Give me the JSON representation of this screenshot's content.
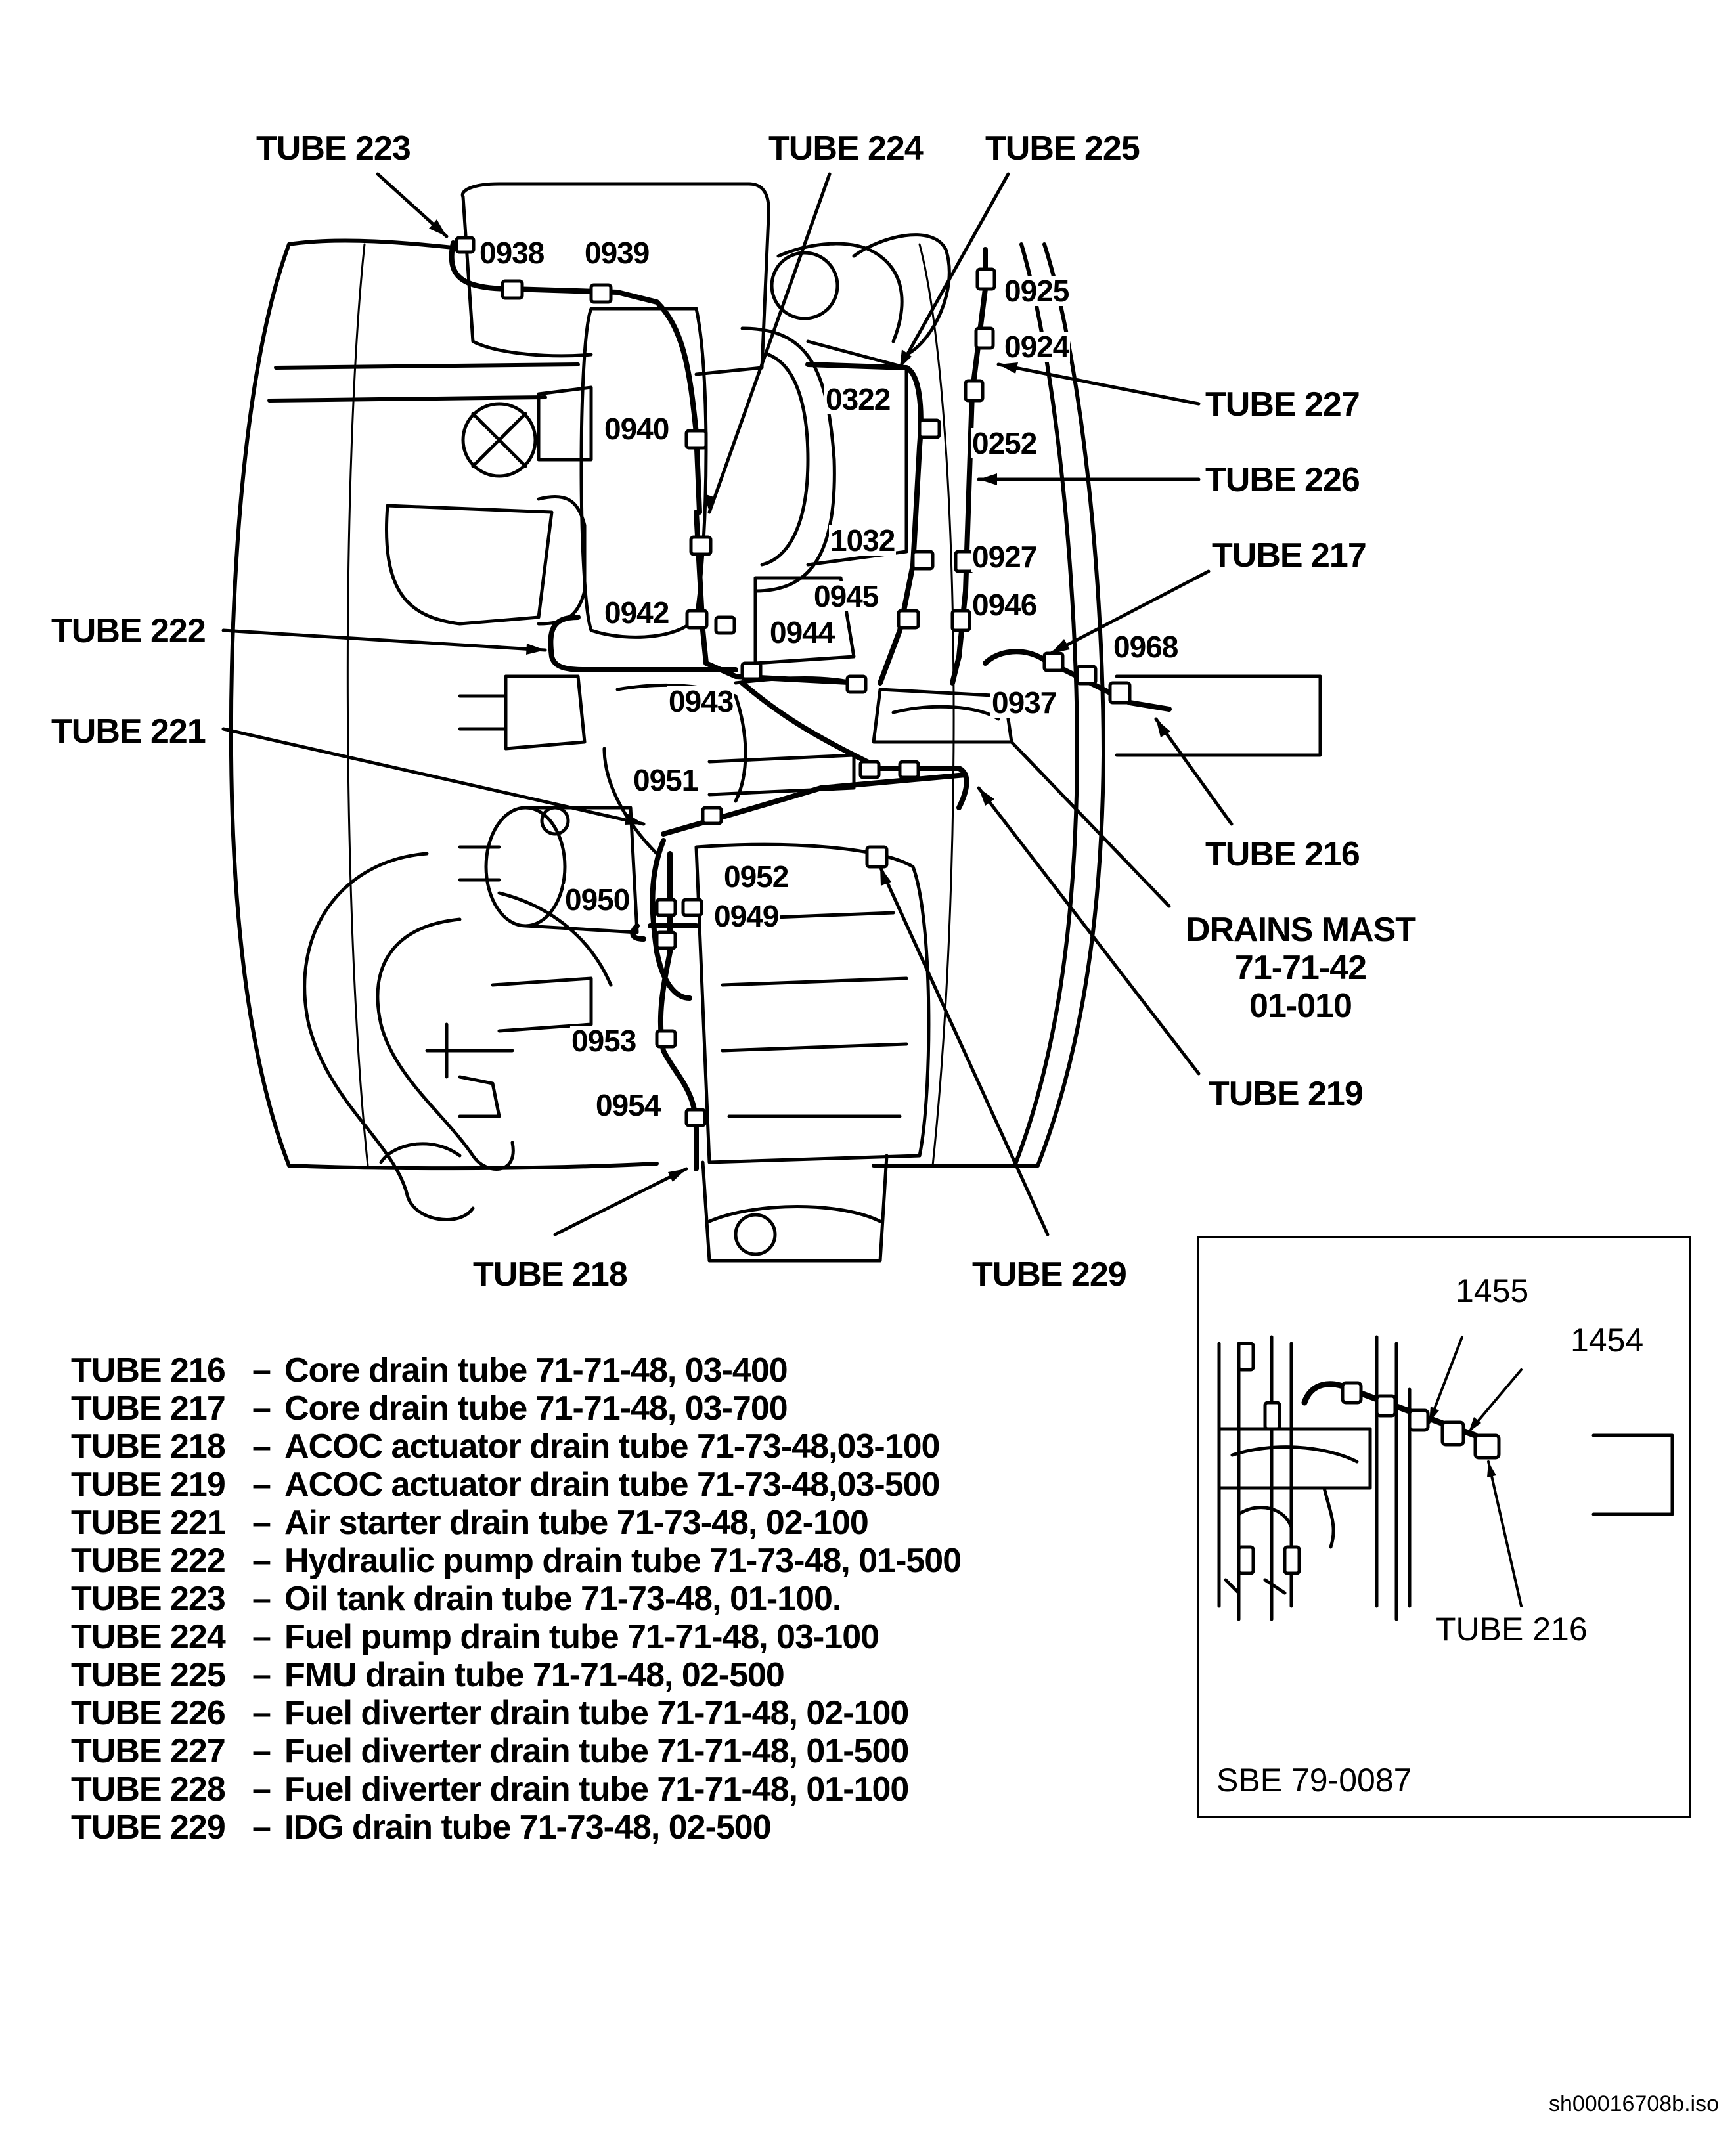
{
  "callouts": {
    "t223": "TUBE 223",
    "t224": "TUBE 224",
    "t225": "TUBE 225",
    "t227": "TUBE 227",
    "t226": "TUBE 226",
    "t217": "TUBE 217",
    "t222": "TUBE 222",
    "t221": "TUBE 221",
    "t216": "TUBE 216",
    "drains_mast_1": "DRAINS MAST",
    "drains_mast_2": "71-71-42",
    "drains_mast_3": "01-010",
    "t219": "TUBE 219",
    "t218": "TUBE 218",
    "t229": "TUBE 229"
  },
  "part_numbers": {
    "p0938": "0938",
    "p0939": "0939",
    "p0925": "0925",
    "p0924": "0924",
    "p0322": "0322",
    "p0940": "0940",
    "p0252": "0252",
    "p1032": "1032",
    "p0927": "0927",
    "p0945": "0945",
    "p0946": "0946",
    "p0942": "0942",
    "p0944": "0944",
    "p0968": "0968",
    "p0943": "0943",
    "p0937": "0937",
    "p0951": "0951",
    "p0952": "0952",
    "p0950": "0950",
    "p0949": "0949",
    "p0953": "0953",
    "p0954": "0954"
  },
  "legend": [
    {
      "tube": "TUBE 216",
      "dash": "–",
      "desc": "Core drain tube  71-71-48, 03-400"
    },
    {
      "tube": "TUBE 217",
      "dash": "–",
      "desc": "Core drain tube  71-71-48, 03-700"
    },
    {
      "tube": "TUBE 218",
      "dash": "–",
      "desc": "ACOC actuator drain tube 71-73-48,03-100"
    },
    {
      "tube": "TUBE 219",
      "dash": "–",
      "desc": "ACOC actuator drain tube 71-73-48,03-500"
    },
    {
      "tube": "TUBE 221",
      "dash": "–",
      "desc": "Air starter drain tube  71-73-48, 02-100"
    },
    {
      "tube": "TUBE 222",
      "dash": "–",
      "desc": "Hydraulic pump drain tube  71-73-48, 01-500"
    },
    {
      "tube": "TUBE 223",
      "dash": "–",
      "desc": "Oil tank drain tube  71-73-48, 01-100."
    },
    {
      "tube": "TUBE 224",
      "dash": "–",
      "desc": "Fuel pump drain tube  71-71-48, 03-100"
    },
    {
      "tube": "TUBE 225",
      "dash": "–",
      "desc": "FMU drain tube  71-71-48, 02-500"
    },
    {
      "tube": "TUBE 226",
      "dash": "–",
      "desc": "Fuel diverter drain tube  71-71-48, 02-100"
    },
    {
      "tube": "TUBE 227",
      "dash": "–",
      "desc": "Fuel diverter drain tube  71-71-48, 01-500"
    },
    {
      "tube": "TUBE 228",
      "dash": "–",
      "desc": "Fuel diverter drain tube  71-71-48, 01-100"
    },
    {
      "tube": "TUBE 229",
      "dash": "–",
      "desc": "IDG drain tube  71-73-48, 02-500"
    }
  ],
  "inset": {
    "p1455": "1455",
    "p1454": "1454",
    "tube": "TUBE 216",
    "sbe": "SBE 79-0087"
  },
  "file_id": "sh00016708b.iso"
}
